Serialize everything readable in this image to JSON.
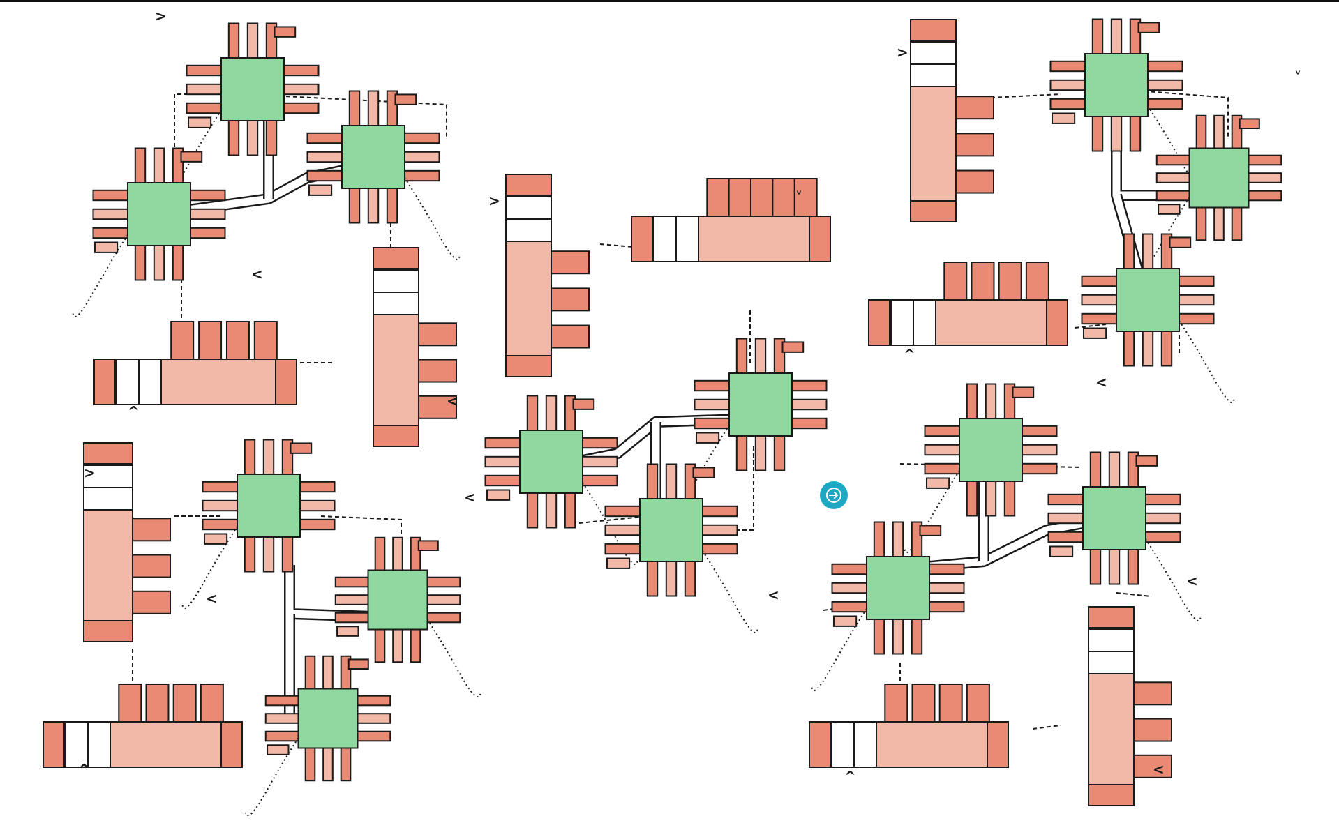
{
  "diagram": {
    "style": "hand-drawn sketch",
    "colors": {
      "ink": "#1a1a1a",
      "pad_fill": "#e98a74",
      "pad_fill_light": "#f2b8a8",
      "chip_fill": "#8fd9a0",
      "background": "#ffffff"
    },
    "hub_count": 20,
    "connector_count": 10
  },
  "controls": {
    "next_icon": "arrow-right-circle-icon",
    "next_color": "#1fa8c4"
  }
}
